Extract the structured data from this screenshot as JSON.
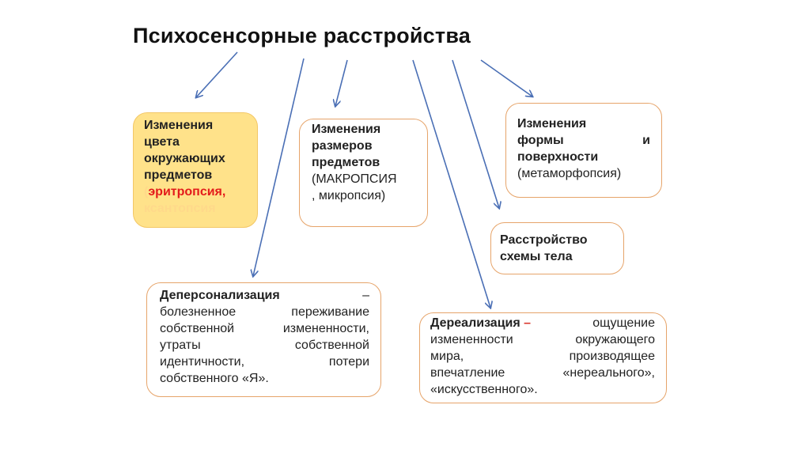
{
  "title": "Психосенсорные расстройства",
  "colors": {
    "arrow": "#4a6fb5",
    "box_border": "#e6a46a",
    "highlight_box": "#ffe28a",
    "accent_red": "#e31b1b"
  },
  "boxes": {
    "color_change": {
      "lines": [
        "Изменения",
        "цвета",
        "окружающих",
        "предметов"
      ],
      "paren_open": "(",
      "terms": "эритропсия,",
      "terms2": "ксантопсия"
    },
    "size_change": {
      "lines": [
        "Изменения",
        "размеров",
        "предметов"
      ],
      "terms": "(МАКРОПСИЯ",
      "terms2": ", микропсия)"
    },
    "form_change": {
      "line1": "Изменения",
      "line2_left": "формы",
      "line2_right": "и",
      "line3": "поверхности",
      "terms": "(метаморфопсия)"
    },
    "body_scheme": {
      "line1": "Расстройство",
      "line2": "схемы тела"
    },
    "depersonalization": {
      "term": "Деперсонализация",
      "dash": "–",
      "definition_lines": [
        "болезненное переживание",
        "собственной измененности,",
        "утраты собственной",
        "идентичности, потери",
        "собственного «Я»."
      ]
    },
    "derealization": {
      "term": "Дереализация",
      "dash": "–",
      "definition_first": "ощущение",
      "definition_lines": [
        "измененности окружающего",
        "мира, производящее",
        "впечатление «нереального»,",
        "«искусственного»."
      ]
    }
  }
}
